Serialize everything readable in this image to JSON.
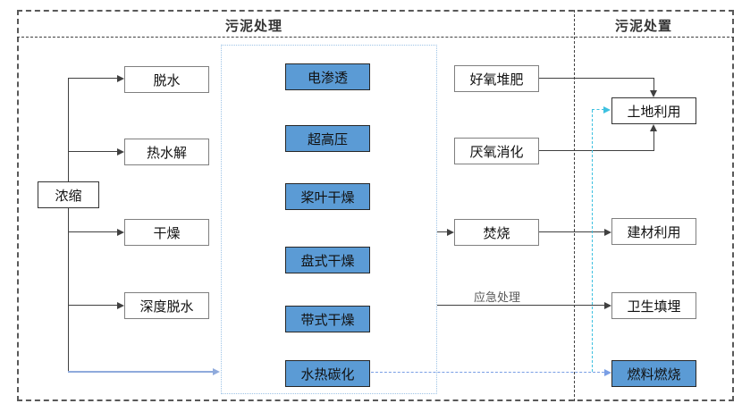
{
  "headers": {
    "treatment": "污泥处理",
    "disposal": "污泥处置"
  },
  "nodes": {
    "thickening": "浓缩",
    "dewatering": "脱水",
    "thermal_hydrolysis": "热水解",
    "drying": "干燥",
    "deep_dewatering": "深度脱水",
    "electro_osmosis": "电渗透",
    "ultra_high_pressure": "超高压",
    "paddle_drying": "桨叶干燥",
    "disc_drying": "盘式干燥",
    "belt_drying": "带式干燥",
    "hydrothermal_carbonization": "水热碳化",
    "aerobic_composting": "好氧堆肥",
    "anaerobic_digestion": "厌氧消化",
    "incineration": "焚烧",
    "land_use": "土地利用",
    "building_material_use": "建材利用",
    "sanitary_landfill": "卫生填埋",
    "fuel_combustion": "燃料燃烧"
  },
  "edge_labels": {
    "emergency": "应急处理"
  },
  "colors": {
    "blue_fill": "#5b9bd5",
    "blue_box_border": "#262626",
    "white_box_border": "#7f7f7f",
    "outer_border": "#595959",
    "line_color": "#404040",
    "solid_blue_arrow": "#8faadc",
    "dashed_blue": "#7a9fe5",
    "dashed_cyan": "#3ec1e0",
    "dashed_box_border": "#9dc3e6",
    "emergency_label": "#595959"
  }
}
